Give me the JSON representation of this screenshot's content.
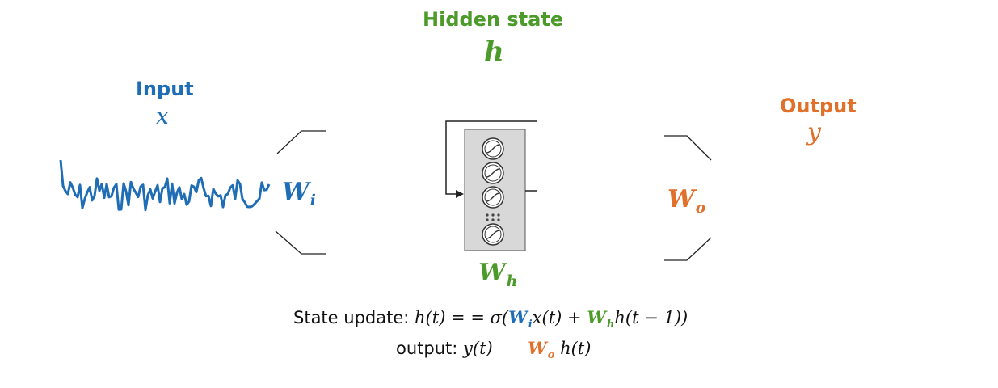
{
  "colors": {
    "input": "#1f6eb5",
    "hidden": "#4c9a2a",
    "output": "#e0702a",
    "text": "#111111",
    "layer_fill": "#d8d8d8"
  },
  "input": {
    "title": "Input",
    "symbol": "x",
    "weight_symbol": "W",
    "weight_sub": "i"
  },
  "hidden": {
    "title": "Hidden state",
    "symbol": "h",
    "weight_symbol": "W",
    "weight_sub": "h"
  },
  "output": {
    "title": "Output",
    "symbol": "y",
    "weight_symbol": "W",
    "weight_sub": "o"
  },
  "equations": {
    "state_label": "State update:",
    "state_lhs": "h(t) = = σ(",
    "state_wi": "W",
    "state_wi_sub": "i",
    "state_mid": "x(t) + ",
    "state_wh": "W",
    "state_wh_sub": "h",
    "state_rhs": "h(t − 1))",
    "output_label": "output:",
    "output_lhs": "y(t)",
    "output_wo": "W",
    "output_wo_sub": "o",
    "output_rhs": "h(t)"
  },
  "icons": [
    "signal-waveform",
    "sigmoid-neuron-icon",
    "recurrent-loop-arrow"
  ]
}
